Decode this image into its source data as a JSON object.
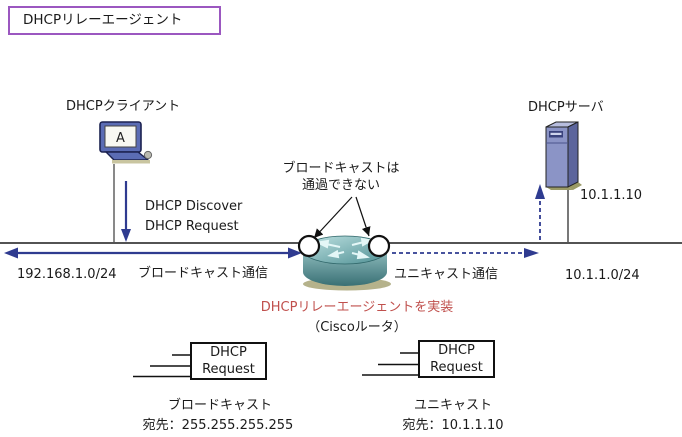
{
  "title": "DHCPリレーエージェント",
  "colors": {
    "accent_purple": "#9b57c0",
    "arrow_navy": "#2f3b90",
    "highlight_red": "#C0504D",
    "router_teal": "#4d8e90",
    "line_black": "#1a1a1a"
  },
  "client": {
    "label": "DHCPクライアント",
    "screen_letter": "A",
    "messages": [
      "DHCP Discover",
      "DHCP Request"
    ],
    "network": "192.168.1.0/24",
    "comm_label": "ブロードキャスト通信"
  },
  "server": {
    "label": "DHCPサーバ",
    "ip": "10.1.1.10",
    "network": "10.1.1.0/24",
    "comm_label": "ユニキャスト通信"
  },
  "router": {
    "block_note": [
      "ブロードキャストは",
      "通過できない"
    ],
    "role_label": "DHCPリレーエージェントを実装",
    "device_label": "（Ciscoルータ）"
  },
  "packets": [
    {
      "line1": "DHCP",
      "line2": "Request",
      "type_label": "ブロードキャスト",
      "dest_label": "宛先：255.255.255.255"
    },
    {
      "line1": "DHCP",
      "line2": "Request",
      "type_label": "ユニキャスト",
      "dest_label": "宛先：10.1.1.10"
    }
  ]
}
